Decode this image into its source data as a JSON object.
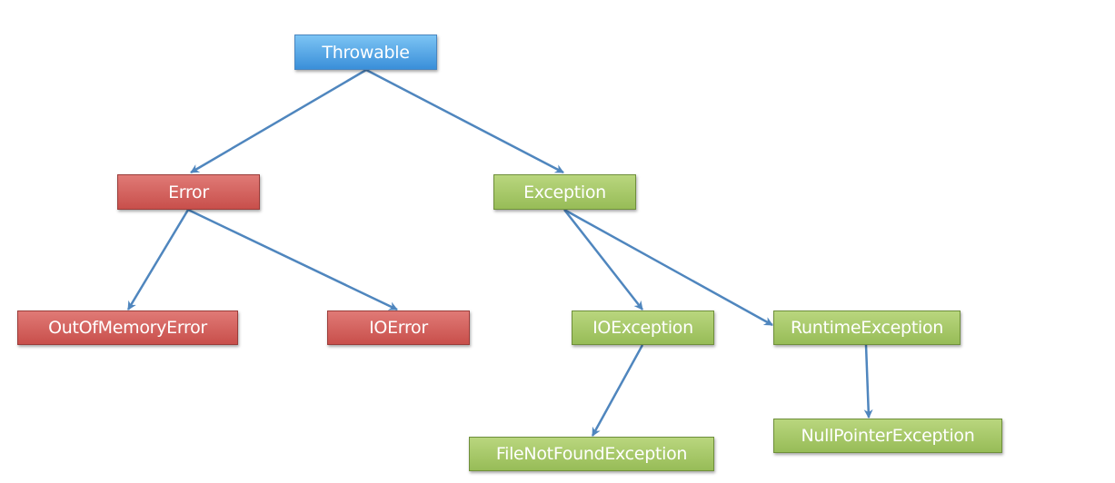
{
  "diagram": {
    "nodes": [
      {
        "id": "throwable",
        "label": "Throwable",
        "kind": "root"
      },
      {
        "id": "error",
        "label": "Error",
        "kind": "error"
      },
      {
        "id": "exception",
        "label": "Exception",
        "kind": "exception"
      },
      {
        "id": "outofmemoryerror",
        "label": "OutOfMemoryError",
        "kind": "error"
      },
      {
        "id": "ioerror",
        "label": "IOError",
        "kind": "error"
      },
      {
        "id": "ioexception",
        "label": "IOException",
        "kind": "exception"
      },
      {
        "id": "runtimeexception",
        "label": "RuntimeException",
        "kind": "exception"
      },
      {
        "id": "filenotfoundexception",
        "label": "FileNotFoundException",
        "kind": "exception"
      },
      {
        "id": "nullpointerexception",
        "label": "NullPointerException",
        "kind": "exception"
      }
    ],
    "edges": [
      {
        "from": "throwable",
        "to": "error"
      },
      {
        "from": "throwable",
        "to": "exception"
      },
      {
        "from": "error",
        "to": "outofmemoryerror"
      },
      {
        "from": "error",
        "to": "ioerror"
      },
      {
        "from": "exception",
        "to": "ioexception"
      },
      {
        "from": "exception",
        "to": "runtimeexception"
      },
      {
        "from": "ioexception",
        "to": "filenotfoundexception"
      },
      {
        "from": "runtimeexception",
        "to": "nullpointerexception"
      }
    ],
    "colors": {
      "root": "#4a9be3",
      "error": "#d1605c",
      "exception": "#a6c96a",
      "edge": "#4f86be"
    }
  }
}
